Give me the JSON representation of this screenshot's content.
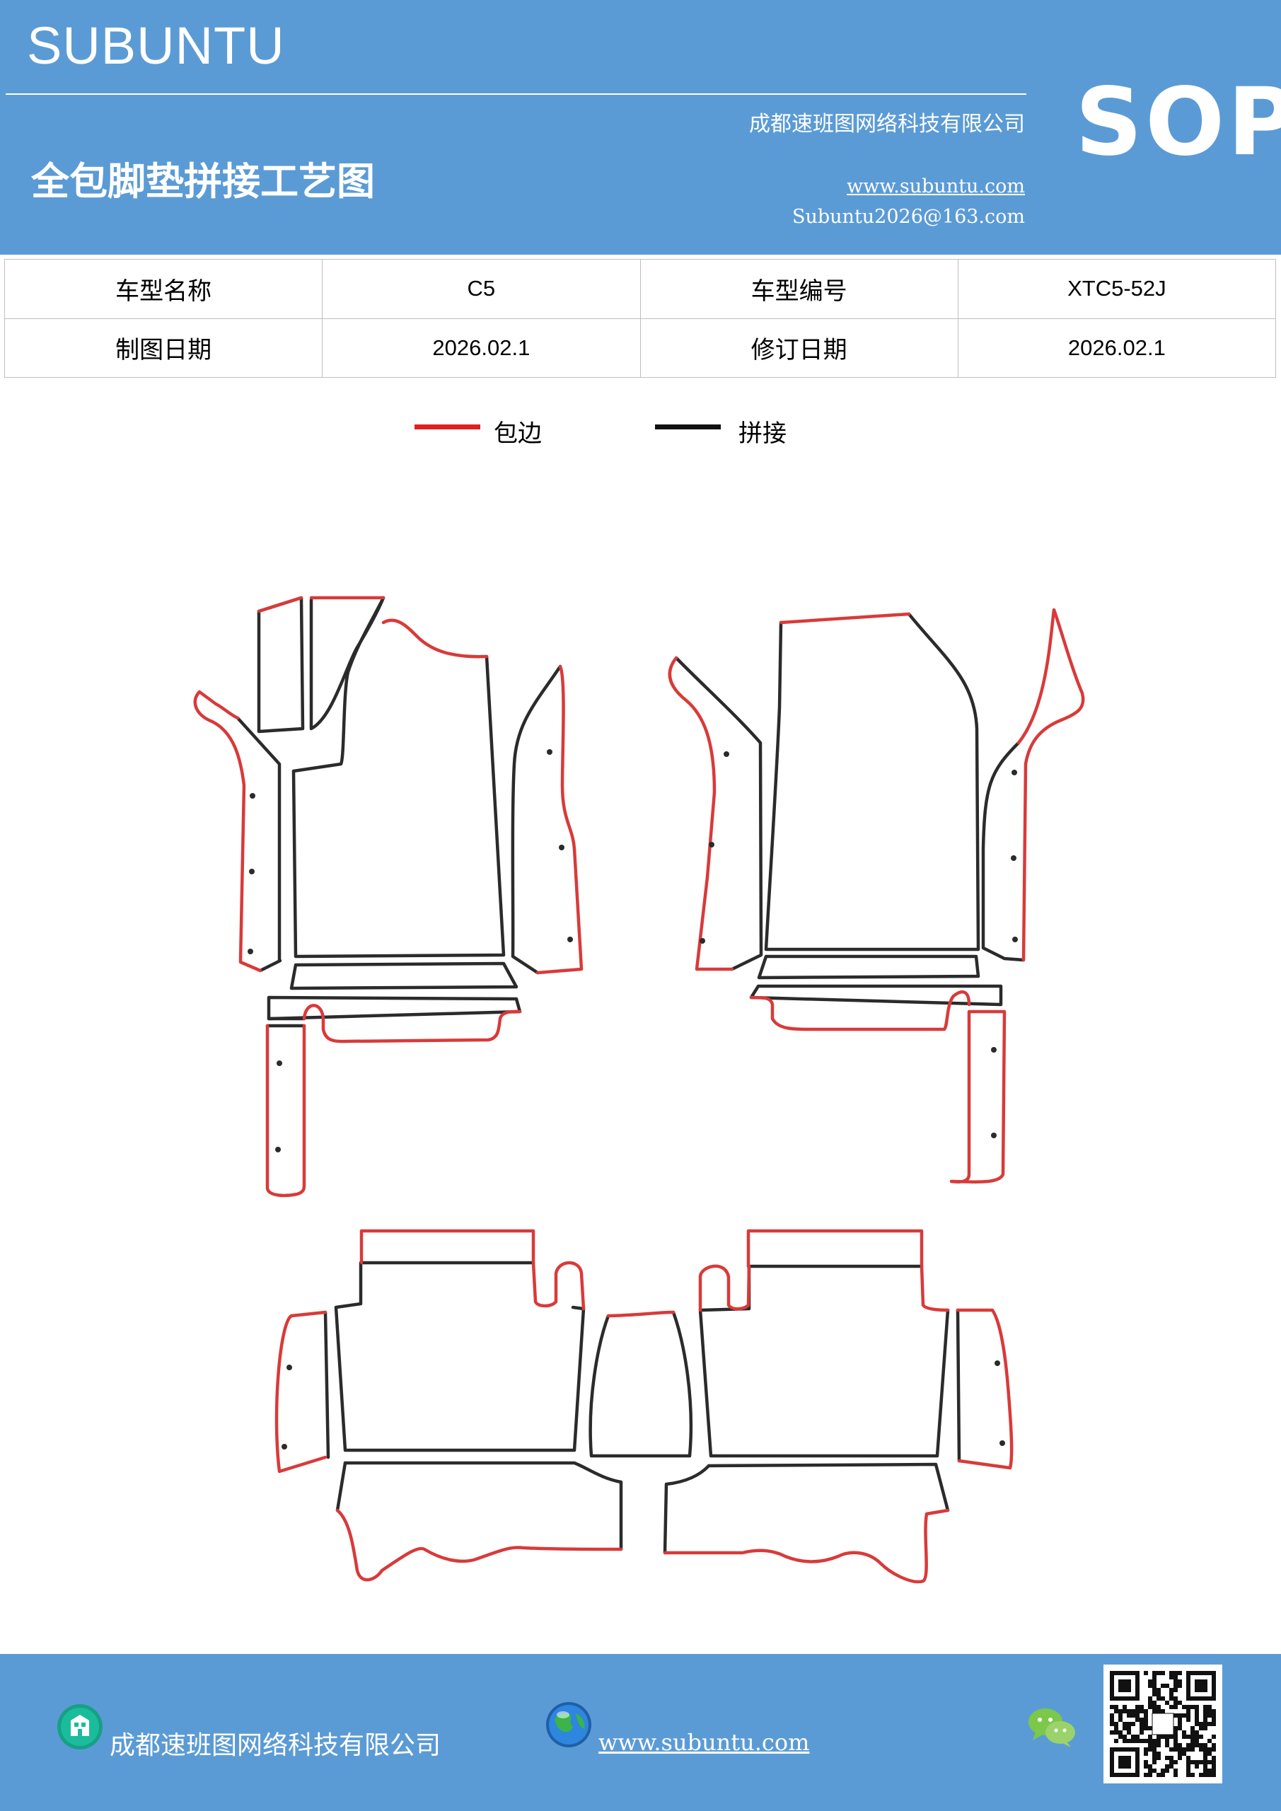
{
  "header": {
    "brand": "SUBUNTU",
    "company": "成都速班图网络科技有限公司",
    "title": "全包脚垫拼接工艺图",
    "website": "www.subuntu.com",
    "email": "Subuntu2026@163.com",
    "badge": "SOP"
  },
  "info_table": {
    "rows": [
      {
        "label1": "车型名称",
        "value1": "C5",
        "label2": "车型编号",
        "value2": "XTC5-52J"
      },
      {
        "label1": "制图日期",
        "value1": "2026.02.1",
        "label2": "修订日期",
        "value2": "2026.02.1"
      }
    ]
  },
  "legend": [
    {
      "label": "包边",
      "color": "#e0201c"
    },
    {
      "label": "拼接",
      "color": "#111111"
    }
  ],
  "colors": {
    "accent": "#5b9bd5",
    "edge_binding": "#d93a3a",
    "seam": "#2b2b2b"
  },
  "footer": {
    "company": "成都速班图网络科技有限公司",
    "website": "www.subuntu.com",
    "icons": [
      "building-icon",
      "globe-icon",
      "wechat-icon",
      "qr-code"
    ]
  }
}
